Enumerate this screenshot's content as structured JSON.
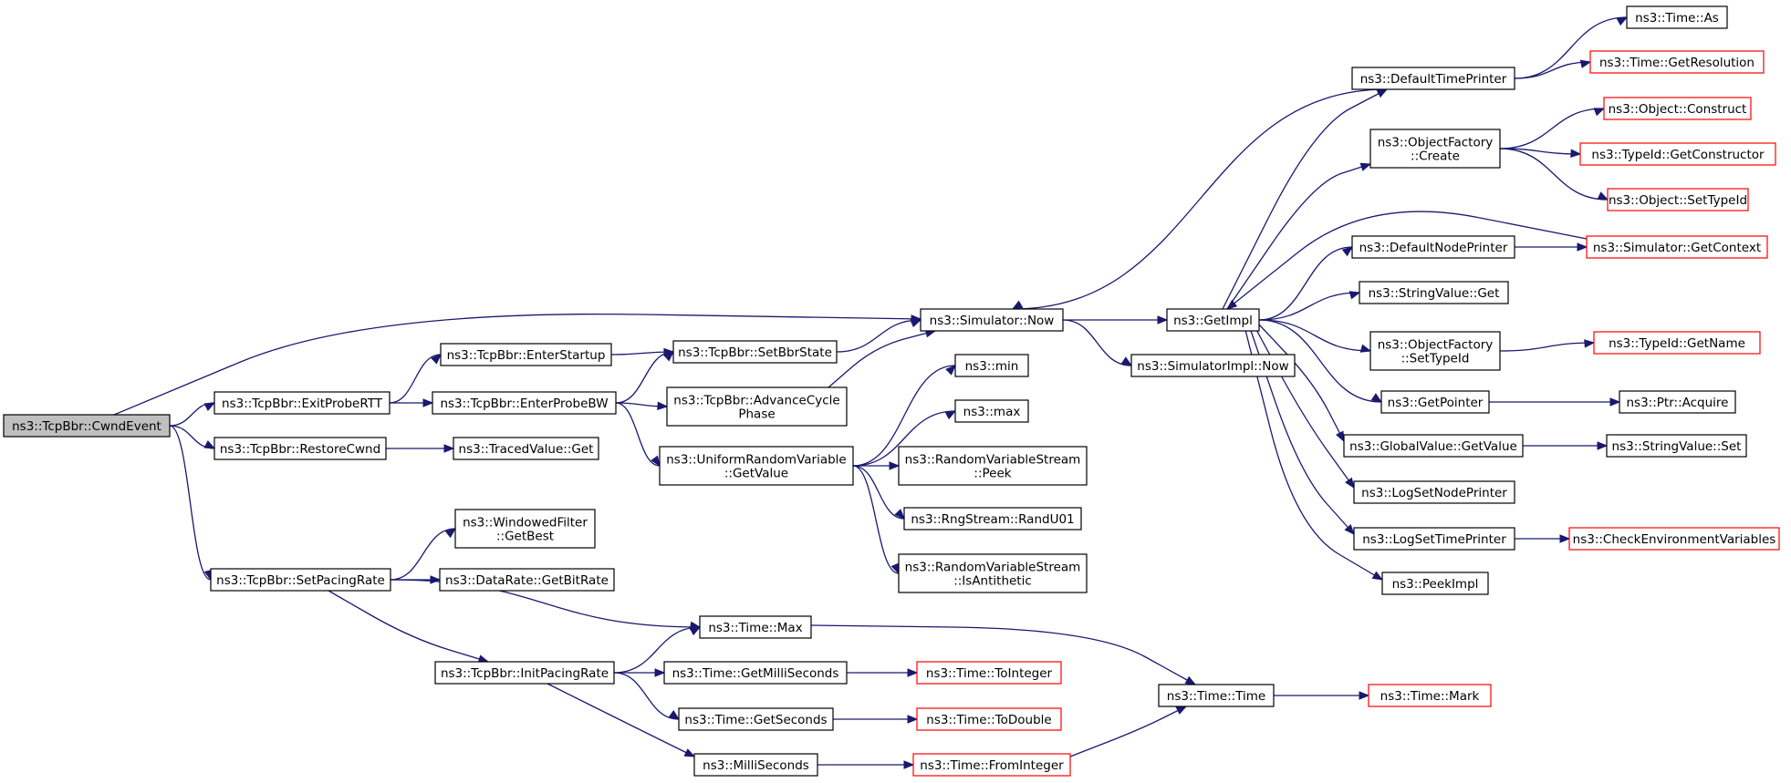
{
  "graph": {
    "nodes": [
      {
        "id": "cwnd",
        "label": [
          "ns3::TcpBbr::CwndEvent"
        ],
        "style": "root"
      },
      {
        "id": "exitprobertt",
        "label": [
          "ns3::TcpBbr::ExitProbeRTT"
        ]
      },
      {
        "id": "restorecwnd",
        "label": [
          "ns3::TcpBbr::RestoreCwnd"
        ]
      },
      {
        "id": "setpacingrate",
        "label": [
          "ns3::TcpBbr::SetPacingRate"
        ]
      },
      {
        "id": "enterstartup",
        "label": [
          "ns3::TcpBbr::EnterStartup"
        ]
      },
      {
        "id": "enterprobebw",
        "label": [
          "ns3::TcpBbr::EnterProbeBW"
        ]
      },
      {
        "id": "tracedvalueget",
        "label": [
          "ns3::TracedValue::Get"
        ]
      },
      {
        "id": "windowedfilter",
        "label": [
          "ns3::WindowedFilter",
          "::GetBest"
        ]
      },
      {
        "id": "getbitrate",
        "label": [
          "ns3::DataRate::GetBitRate"
        ]
      },
      {
        "id": "initpacingrate",
        "label": [
          "ns3::TcpBbr::InitPacingRate"
        ]
      },
      {
        "id": "setbbrstate",
        "label": [
          "ns3::TcpBbr::SetBbrState"
        ]
      },
      {
        "id": "advancecycle",
        "label": [
          "ns3::TcpBbr::AdvanceCycle",
          "Phase"
        ]
      },
      {
        "id": "urvgetvalue",
        "label": [
          "ns3::UniformRandomVariable",
          "::GetValue"
        ]
      },
      {
        "id": "timemax",
        "label": [
          "ns3::Time::Max"
        ]
      },
      {
        "id": "getmilliseconds",
        "label": [
          "ns3::Time::GetMilliSeconds"
        ]
      },
      {
        "id": "getseconds",
        "label": [
          "ns3::Time::GetSeconds"
        ]
      },
      {
        "id": "milliseconds",
        "label": [
          "ns3::MilliSeconds"
        ]
      },
      {
        "id": "simnow",
        "label": [
          "ns3::Simulator::Now"
        ]
      },
      {
        "id": "min",
        "label": [
          "ns3::min"
        ]
      },
      {
        "id": "max",
        "label": [
          "ns3::max"
        ]
      },
      {
        "id": "rvspeek",
        "label": [
          "ns3::RandomVariableStream",
          "::Peek"
        ]
      },
      {
        "id": "randu01",
        "label": [
          "ns3::RngStream::RandU01"
        ]
      },
      {
        "id": "isantithetic",
        "label": [
          "ns3::RandomVariableStream",
          "::IsAntithetic"
        ]
      },
      {
        "id": "tointeger",
        "label": [
          "ns3::Time::ToInteger"
        ],
        "style": "trunc"
      },
      {
        "id": "todouble",
        "label": [
          "ns3::Time::ToDouble"
        ],
        "style": "trunc"
      },
      {
        "id": "frominteger",
        "label": [
          "ns3::Time::FromInteger"
        ],
        "style": "trunc"
      },
      {
        "id": "getimpl",
        "label": [
          "ns3::GetImpl"
        ]
      },
      {
        "id": "simimplnow",
        "label": [
          "ns3::SimulatorImpl::Now"
        ]
      },
      {
        "id": "timetime",
        "label": [
          "ns3::Time::Time"
        ]
      },
      {
        "id": "timemark",
        "label": [
          "ns3::Time::Mark"
        ],
        "style": "trunc"
      },
      {
        "id": "defaulttimeprinter",
        "label": [
          "ns3::DefaultTimePrinter"
        ]
      },
      {
        "id": "ofcreate",
        "label": [
          "ns3::ObjectFactory",
          "::Create"
        ]
      },
      {
        "id": "defaultnodeprinter",
        "label": [
          "ns3::DefaultNodePrinter"
        ]
      },
      {
        "id": "stringvalueget",
        "label": [
          "ns3::StringValue::Get"
        ]
      },
      {
        "id": "ofsettypeid",
        "label": [
          "ns3::ObjectFactory",
          "::SetTypeId"
        ]
      },
      {
        "id": "getpointer",
        "label": [
          "ns3::GetPointer"
        ]
      },
      {
        "id": "gvgetvalue",
        "label": [
          "ns3::GlobalValue::GetValue"
        ]
      },
      {
        "id": "logsetnodeprinter",
        "label": [
          "ns3::LogSetNodePrinter"
        ]
      },
      {
        "id": "logsettimeprinter",
        "label": [
          "ns3::LogSetTimePrinter"
        ]
      },
      {
        "id": "peekimpl",
        "label": [
          "ns3::PeekImpl"
        ]
      },
      {
        "id": "timeas",
        "label": [
          "ns3::Time::As"
        ]
      },
      {
        "id": "getresolution",
        "label": [
          "ns3::Time::GetResolution"
        ],
        "style": "trunc"
      },
      {
        "id": "objconstruct",
        "label": [
          "ns3::Object::Construct"
        ],
        "style": "trunc"
      },
      {
        "id": "getconstructor",
        "label": [
          "ns3::TypeId::GetConstructor"
        ],
        "style": "trunc"
      },
      {
        "id": "objsettypeid",
        "label": [
          "ns3::Object::SetTypeId"
        ],
        "style": "trunc"
      },
      {
        "id": "simgetcontext",
        "label": [
          "ns3::Simulator::GetContext"
        ],
        "style": "trunc"
      },
      {
        "id": "typeidgetname",
        "label": [
          "ns3::TypeId::GetName"
        ],
        "style": "trunc"
      },
      {
        "id": "ptracquire",
        "label": [
          "ns3::Ptr::Acquire"
        ]
      },
      {
        "id": "stringvalueset",
        "label": [
          "ns3::StringValue::Set"
        ]
      },
      {
        "id": "checkenv",
        "label": [
          "ns3::CheckEnvironmentVariables"
        ],
        "style": "trunc"
      }
    ],
    "edges": [
      [
        "cwnd",
        "simnow"
      ],
      [
        "cwnd",
        "exitprobertt"
      ],
      [
        "cwnd",
        "restorecwnd"
      ],
      [
        "cwnd",
        "setpacingrate"
      ],
      [
        "exitprobertt",
        "enterstartup"
      ],
      [
        "exitprobertt",
        "enterprobebw"
      ],
      [
        "restorecwnd",
        "tracedvalueget"
      ],
      [
        "setpacingrate",
        "windowedfilter"
      ],
      [
        "setpacingrate",
        "getbitrate"
      ],
      [
        "setpacingrate",
        "timemax"
      ],
      [
        "setpacingrate",
        "initpacingrate"
      ],
      [
        "enterstartup",
        "setbbrstate"
      ],
      [
        "enterprobebw",
        "setbbrstate"
      ],
      [
        "enterprobebw",
        "advancecycle"
      ],
      [
        "enterprobebw",
        "urvgetvalue"
      ],
      [
        "setbbrstate",
        "simnow"
      ],
      [
        "advancecycle",
        "simnow"
      ],
      [
        "urvgetvalue",
        "min"
      ],
      [
        "urvgetvalue",
        "max"
      ],
      [
        "urvgetvalue",
        "rvspeek"
      ],
      [
        "urvgetvalue",
        "randu01"
      ],
      [
        "urvgetvalue",
        "isantithetic"
      ],
      [
        "initpacingrate",
        "timemax"
      ],
      [
        "initpacingrate",
        "getmilliseconds"
      ],
      [
        "initpacingrate",
        "getseconds"
      ],
      [
        "initpacingrate",
        "milliseconds"
      ],
      [
        "getmilliseconds",
        "tointeger"
      ],
      [
        "getseconds",
        "todouble"
      ],
      [
        "milliseconds",
        "frominteger"
      ],
      [
        "timemax",
        "timetime"
      ],
      [
        "frominteger",
        "timetime"
      ],
      [
        "timetime",
        "timemark"
      ],
      [
        "simnow",
        "getimpl"
      ],
      [
        "simnow",
        "simimplnow"
      ],
      [
        "defaulttimeprinter",
        "simnow"
      ],
      [
        "defaulttimeprinter",
        "timeas"
      ],
      [
        "defaulttimeprinter",
        "getresolution"
      ],
      [
        "getimpl",
        "defaulttimeprinter"
      ],
      [
        "getimpl",
        "ofcreate"
      ],
      [
        "getimpl",
        "defaultnodeprinter"
      ],
      [
        "getimpl",
        "stringvalueget"
      ],
      [
        "getimpl",
        "ofsettypeid"
      ],
      [
        "getimpl",
        "getpointer"
      ],
      [
        "getimpl",
        "gvgetvalue"
      ],
      [
        "getimpl",
        "logsetnodeprinter"
      ],
      [
        "getimpl",
        "logsettimeprinter"
      ],
      [
        "getimpl",
        "peekimpl"
      ],
      [
        "simgetcontext",
        "getimpl"
      ],
      [
        "ofcreate",
        "objconstruct"
      ],
      [
        "ofcreate",
        "getconstructor"
      ],
      [
        "ofcreate",
        "objsettypeid"
      ],
      [
        "defaultnodeprinter",
        "simgetcontext"
      ],
      [
        "ofsettypeid",
        "typeidgetname"
      ],
      [
        "getpointer",
        "ptracquire"
      ],
      [
        "gvgetvalue",
        "stringvalueset"
      ],
      [
        "logsettimeprinter",
        "checkenv"
      ]
    ]
  }
}
